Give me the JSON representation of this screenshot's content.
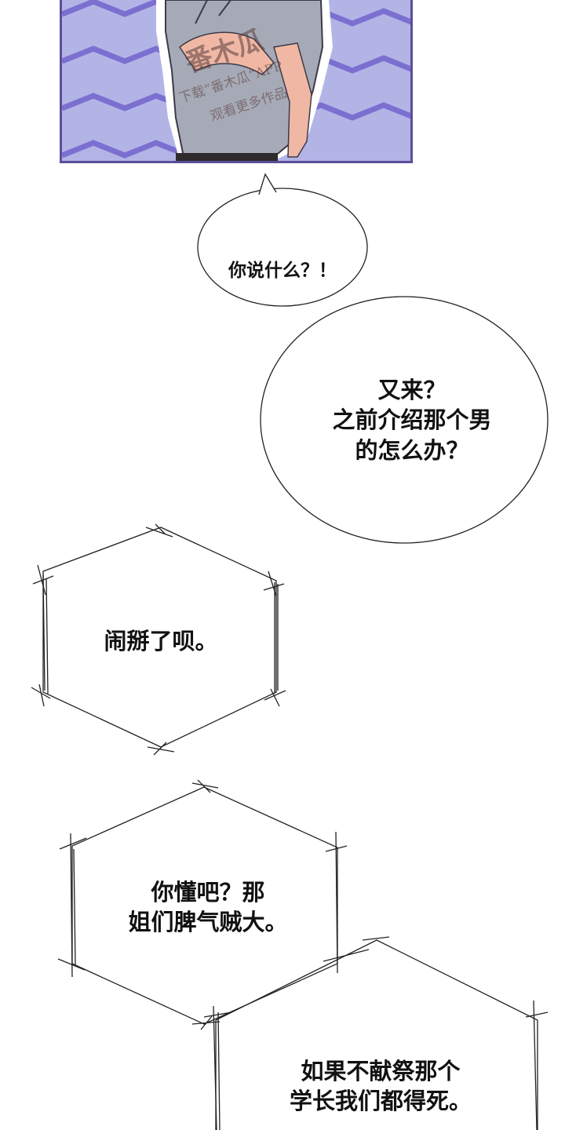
{
  "panel": {
    "watermark": {
      "logo": "番木瓜",
      "line1": "下载“番木瓜”APP",
      "line2": "观看更多作品"
    }
  },
  "bubbles": {
    "speech_small": "你说什么？！",
    "speech_large": "又来？\n之前介绍那个男\n的怎么办？",
    "hex_1": "闹掰了呗。",
    "hex_2": "你懂吧？那\n姐们脾气贼大。",
    "hex_3": "如果不献祭那个\n学长我们都得死。"
  },
  "colors": {
    "panel_border": "#5a4f9a",
    "panel_background": "#b3b4e6",
    "zigzag": "#7b6fd0",
    "shirt": "#a6aab6",
    "skin": "#f0b8a4"
  }
}
